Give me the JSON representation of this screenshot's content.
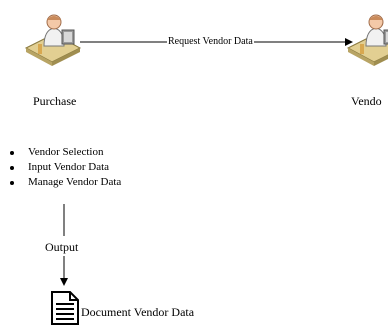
{
  "actors": {
    "left": {
      "label": "Purchase",
      "icon": "user-at-desk-icon"
    },
    "right": {
      "label": "Vendo",
      "icon": "user-at-desk-icon"
    }
  },
  "flow": {
    "label": "Request Vendor Data"
  },
  "tasks": [
    {
      "label": "Vendor Selection"
    },
    {
      "label": "Input Vendor Data"
    },
    {
      "label": "Manage Vendor Data"
    }
  ],
  "output": {
    "label": "Output"
  },
  "document": {
    "label": "Document Vendor Data",
    "icon": "document-icon"
  },
  "colors": {
    "skin": "#f4c9a8",
    "desk": "#d9c58a",
    "monitor": "#7a7a7a",
    "line": "#000000"
  }
}
